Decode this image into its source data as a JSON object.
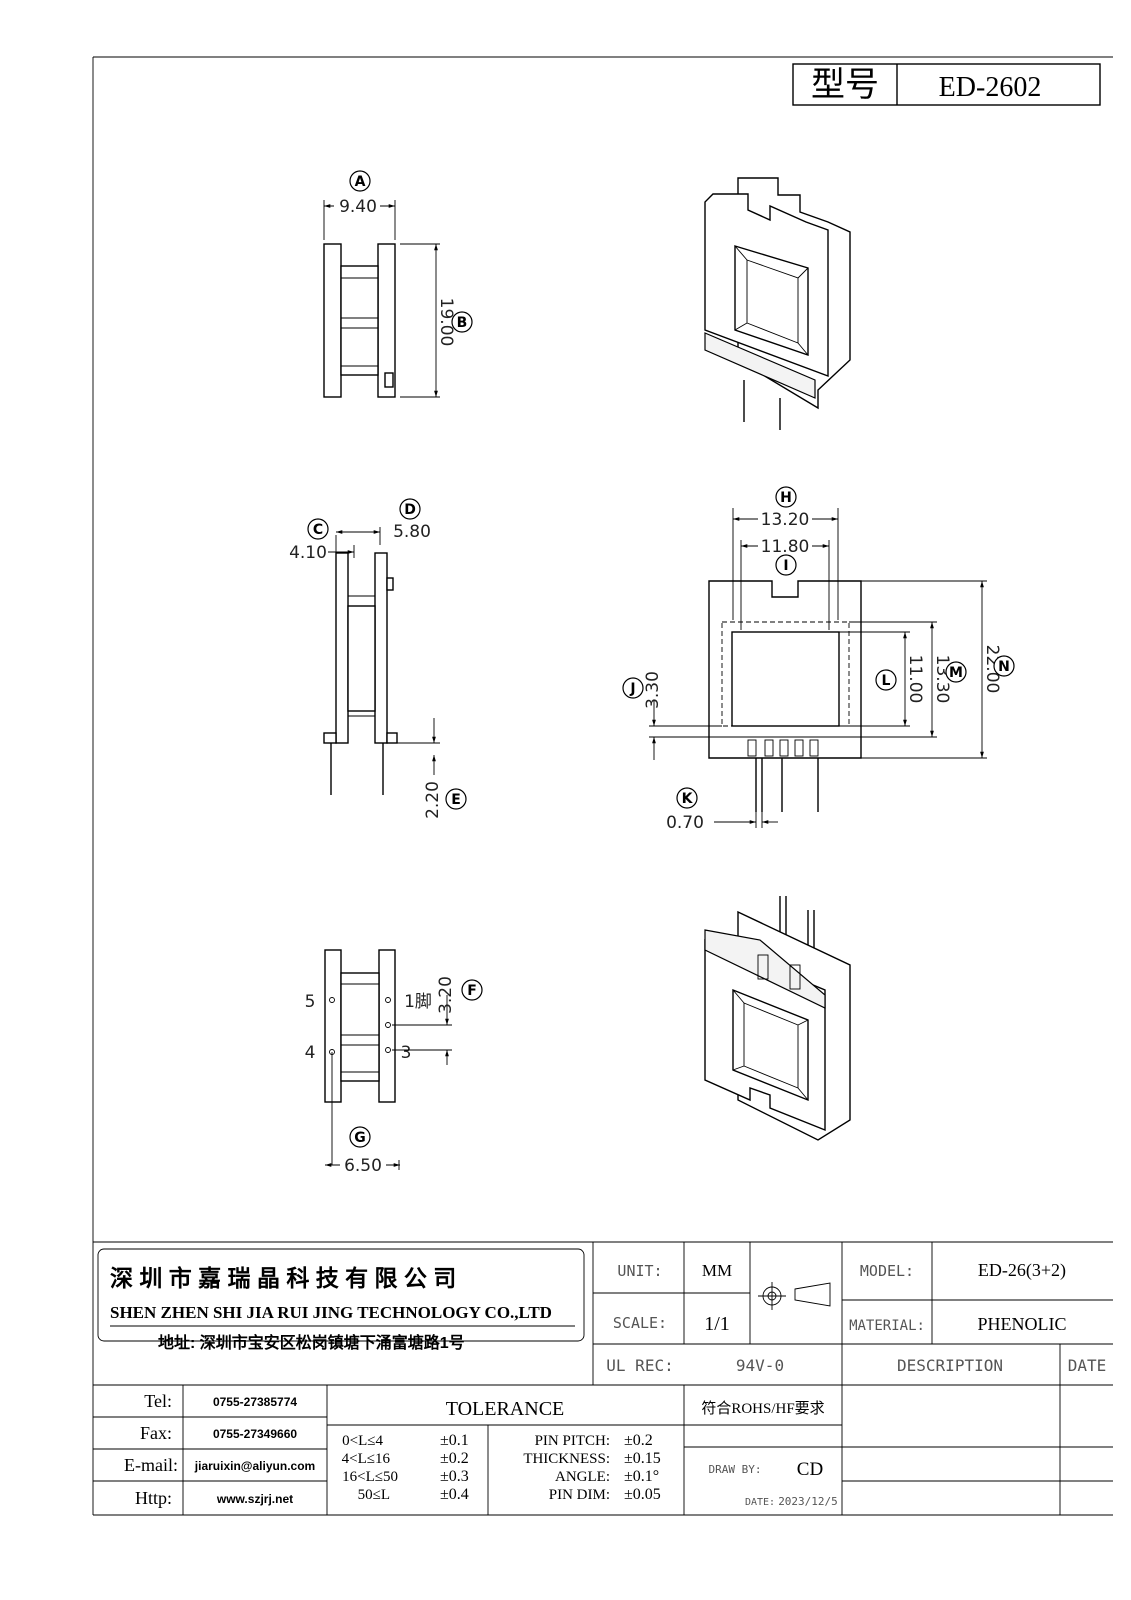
{
  "model_box": {
    "label": "型号",
    "value": "ED-2602"
  },
  "dimensions": {
    "A": {
      "letter": "A",
      "value": "9.40"
    },
    "B": {
      "letter": "B",
      "value": "19.00"
    },
    "C": {
      "letter": "C",
      "value": "4.10"
    },
    "D": {
      "letter": "D",
      "value": "5.80"
    },
    "E": {
      "letter": "E",
      "value": "2.20"
    },
    "F": {
      "letter": "F",
      "value": "3.20"
    },
    "G": {
      "letter": "G",
      "value": "6.50"
    },
    "H": {
      "letter": "H",
      "value": "13.20"
    },
    "I": {
      "letter": "I",
      "value": "11.80"
    },
    "J": {
      "letter": "J",
      "value": "3.30"
    },
    "K": {
      "letter": "K",
      "value": "0.70"
    },
    "L": {
      "letter": "L",
      "value": "11.00"
    },
    "M": {
      "letter": "M",
      "value": "13.30"
    },
    "N": {
      "letter": "N",
      "value": "22.00"
    }
  },
  "pins": {
    "p5": "5",
    "p4": "4",
    "p1": "1脚",
    "p3": "3"
  },
  "company": {
    "name_cn": "深 圳 市 嘉 瑞 晶 科 技 有 限 公 司",
    "name_en": "SHEN ZHEN SHI  JIA RUI JING  TECHNOLOGY CO.,LTD",
    "address": "地址: 深圳市宝安区松岗镇塘下涌富塘路1号"
  },
  "title_block": {
    "unit_label": "UNIT:",
    "unit_value": "MM",
    "scale_label": "SCALE:",
    "scale_value": "1/1",
    "ul_label": "UL REC:",
    "ul_value": "94V-0",
    "model_label": "MODEL:",
    "model_value": "ED-26(3+2)",
    "material_label": "MATERIAL:",
    "material_value": "PHENOLIC",
    "description_label": "DESCRIPTION",
    "date_label": "DATE",
    "rohs": "符合ROHS/HF要求",
    "draw_by_label": "DRAW BY:",
    "draw_by_value": "CD",
    "date_small_label": "DATE:",
    "date_value": "2023/12/5"
  },
  "contact": {
    "tel_label": "Tel:",
    "tel": "0755-27385774",
    "fax_label": "Fax:",
    "fax": "0755-27349660",
    "email_label": "E-mail:",
    "email": "jiaruixin@aliyun.com",
    "http_label": "Http:",
    "http": "www.szjrj.net"
  },
  "tolerance": {
    "title": "TOLERANCE",
    "ranges": [
      {
        "range": "0<L≤4",
        "tol": "±0.1"
      },
      {
        "range": "4<L≤16",
        "tol": "±0.2"
      },
      {
        "range": "16<L≤50",
        "tol": "±0.3"
      },
      {
        "range": "50≤L",
        "tol": "±0.4"
      }
    ],
    "others": [
      {
        "name": "PIN PITCH:",
        "tol": "±0.2"
      },
      {
        "name": "THICKNESS:",
        "tol": "±0.15"
      },
      {
        "name": "ANGLE:",
        "tol": "±0.1°"
      },
      {
        "name": "PIN DIM:",
        "tol": "±0.05"
      }
    ]
  }
}
